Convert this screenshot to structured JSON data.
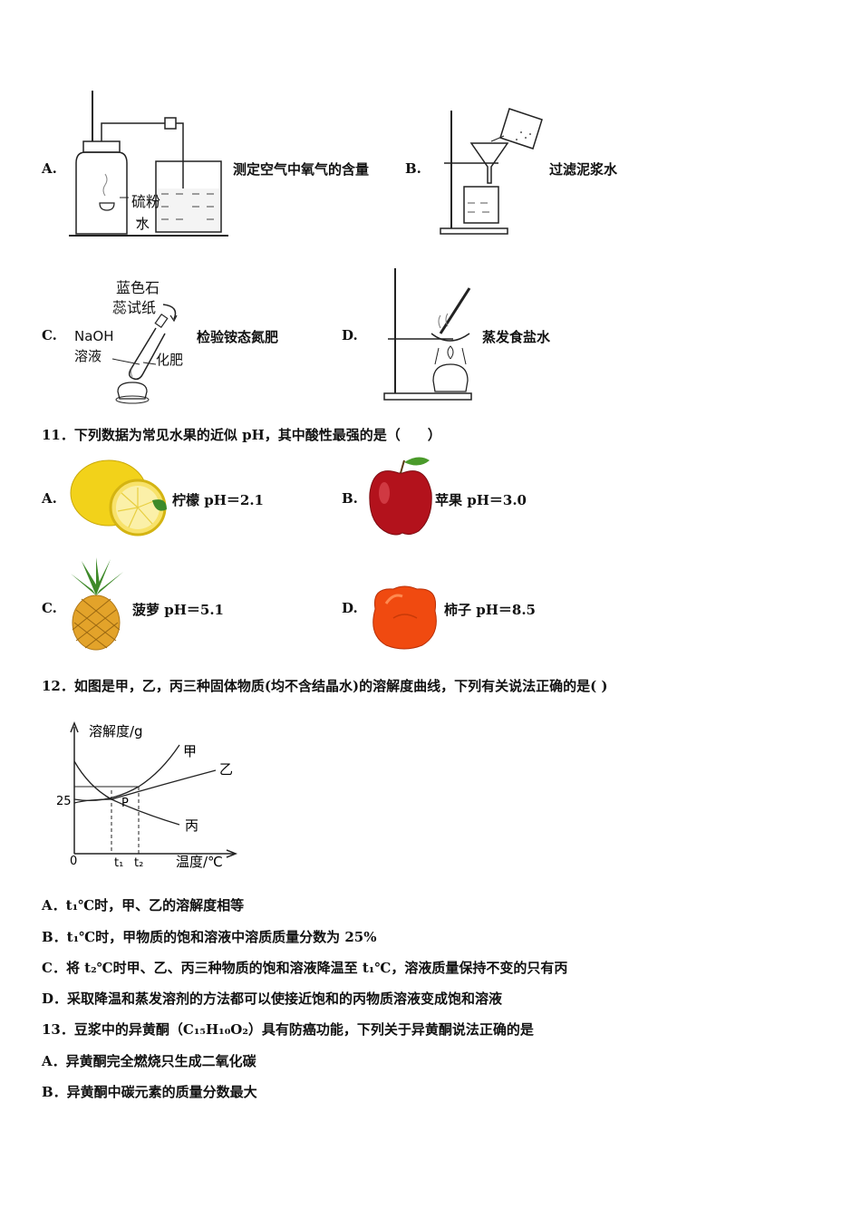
{
  "q10": {
    "A": {
      "letter": "A.",
      "label": "测定空气中氧气的含量",
      "sulfur": "硫粉",
      "water": "水"
    },
    "B": {
      "letter": "B.",
      "label": "过滤泥浆水"
    },
    "C": {
      "letter": "C.",
      "label": "检验铵态氮肥",
      "litmus1": "蓝色石",
      "litmus2": "蕊试纸",
      "naoh1": "NaOH",
      "naoh2": "溶液",
      "fert": "化肥"
    },
    "D": {
      "letter": "D.",
      "label": "蒸发食盐水"
    }
  },
  "q11": {
    "stem": "11．下列数据为常见水果的近似 pH，其中酸性最强的是（　　）",
    "A": {
      "letter": "A.",
      "label": "柠檬 pH＝2.1"
    },
    "B": {
      "letter": "B.",
      "label": "苹果 pH＝3.0"
    },
    "C": {
      "letter": "C.",
      "label": "菠萝 pH＝5.1"
    },
    "D": {
      "letter": "D.",
      "label": "柿子 pH＝8.5"
    }
  },
  "q12": {
    "stem": "12．如图是甲，乙，丙三种固体物质(均不含结晶水)的溶解度曲线，下列有关说法正确的是( )",
    "graph": {
      "ylabel": "溶解度/g",
      "xlabel": "温度/℃",
      "origin": "0",
      "y25": "25",
      "t1": "t₁",
      "t2": "t₂",
      "p": "P",
      "jia": "甲",
      "yi": "乙",
      "bing": "丙"
    },
    "options": [
      "A．t₁℃时，甲、乙的溶解度相等",
      "B．t₁℃时，甲物质的饱和溶液中溶质质量分数为 25%",
      "C．将 t₂℃时甲、乙、丙三种物质的饱和溶液降温至 t₁℃，溶液质量保持不变的只有丙",
      "D．采取降温和蒸发溶剂的方法都可以使接近饱和的丙物质溶液变成饱和溶液"
    ]
  },
  "q13": {
    "stem": "13．豆浆中的异黄酮（C₁₅H₁₀O₂）具有防癌功能，下列关于异黄酮说法正确的是",
    "options": [
      "A．异黄酮完全燃烧只生成二氧化碳",
      "B．异黄酮中碳元素的质量分数最大"
    ]
  }
}
